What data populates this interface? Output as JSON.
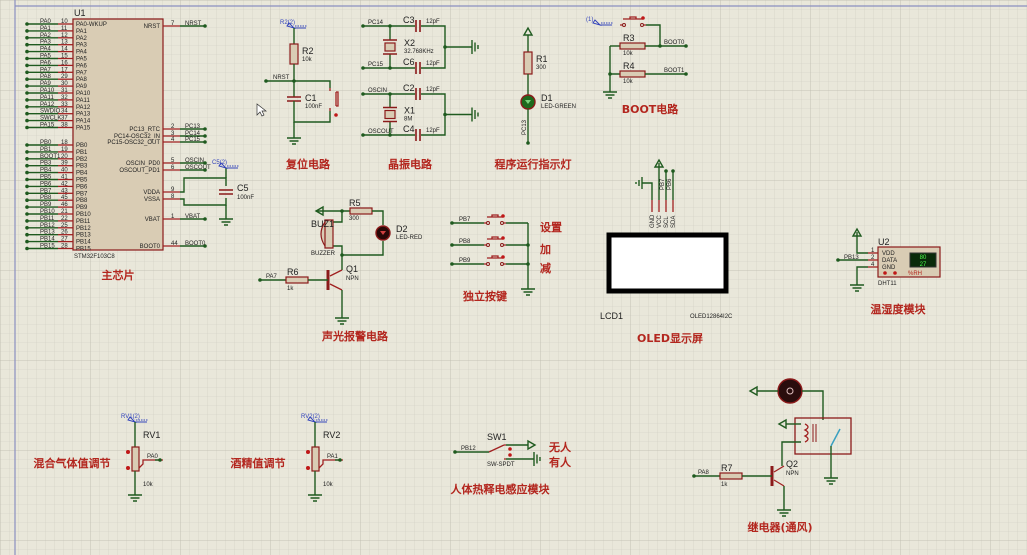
{
  "mcu": {
    "ref": "U1",
    "part": "STM32F103C8",
    "title": "主芯片",
    "left_pins": [
      {
        "net": "PA0",
        "num": "10",
        "name": "PA0-WKUP"
      },
      {
        "net": "PA1",
        "num": "11",
        "name": "PA1"
      },
      {
        "net": "PA2",
        "num": "12",
        "name": "PA2"
      },
      {
        "net": "PA3",
        "num": "13",
        "name": "PA3"
      },
      {
        "net": "PA4",
        "num": "14",
        "name": "PA4"
      },
      {
        "net": "PA5",
        "num": "15",
        "name": "PA5"
      },
      {
        "net": "PA6",
        "num": "16",
        "name": "PA6"
      },
      {
        "net": "PA7",
        "num": "17",
        "name": "PA7"
      },
      {
        "net": "PA8",
        "num": "29",
        "name": "PA8"
      },
      {
        "net": "PA9",
        "num": "30",
        "name": "PA9"
      },
      {
        "net": "PA10",
        "num": "31",
        "name": "PA10"
      },
      {
        "net": "PA11",
        "num": "32",
        "name": "PA11"
      },
      {
        "net": "PA12",
        "num": "33",
        "name": "PA12"
      },
      {
        "net": "SWDIO",
        "num": "34",
        "name": "PA13"
      },
      {
        "net": "SWCLK",
        "num": "37",
        "name": "PA14"
      },
      {
        "net": "PA15",
        "num": "38",
        "name": "PA15"
      },
      {
        "net": "PB0",
        "num": "18",
        "name": "PB0"
      },
      {
        "net": "PB1",
        "num": "19",
        "name": "PB1"
      },
      {
        "net": "BOOT1",
        "num": "20",
        "name": "PB2"
      },
      {
        "net": "PB3",
        "num": "39",
        "name": "PB3"
      },
      {
        "net": "PB4",
        "num": "40",
        "name": "PB4"
      },
      {
        "net": "PB5",
        "num": "41",
        "name": "PB5"
      },
      {
        "net": "PB6",
        "num": "42",
        "name": "PB6"
      },
      {
        "net": "PB7",
        "num": "43",
        "name": "PB7"
      },
      {
        "net": "PB8",
        "num": "45",
        "name": "PB8"
      },
      {
        "net": "PB9",
        "num": "46",
        "name": "PB9"
      },
      {
        "net": "PB10",
        "num": "21",
        "name": "PB10"
      },
      {
        "net": "PB11",
        "num": "22",
        "name": "PB11"
      },
      {
        "net": "PB12",
        "num": "25",
        "name": "PB12"
      },
      {
        "net": "PB13",
        "num": "26",
        "name": "PB13"
      },
      {
        "net": "PB14",
        "num": "27",
        "name": "PB14"
      },
      {
        "net": "PB15",
        "num": "28",
        "name": "PB15"
      }
    ],
    "right_pins": [
      {
        "net": "NRST",
        "num": "7",
        "name": "NRST"
      },
      {
        "net": "PC13",
        "num": "2",
        "name": "PC13_RTC"
      },
      {
        "net": "PC14",
        "num": "3",
        "name": "PC14-OSC32_IN"
      },
      {
        "net": "PC15",
        "num": "4",
        "name": "PC15-OSC32_OUT"
      },
      {
        "net": "OSCIN",
        "num": "5",
        "name": "OSCIN_PD0"
      },
      {
        "net": "OSCOUT",
        "num": "6",
        "name": "OSCOUT_PD1"
      },
      {
        "net": "",
        "num": "9",
        "name": "VDDA"
      },
      {
        "net": "",
        "num": "8",
        "name": "VSSA"
      },
      {
        "net": "VBAT",
        "num": "1",
        "name": "VBAT"
      },
      {
        "net": "BOOT0",
        "num": "44",
        "name": "BOOT0"
      }
    ],
    "c5": {
      "ref": "C5",
      "value": "100nF",
      "probe": "C5(2)"
    }
  },
  "reset": {
    "title": "复位电路",
    "probe": "R2(2)",
    "r_ref": "R2",
    "r_val": "10k",
    "net": "NRST",
    "c_ref": "C1",
    "c_val": "100nF"
  },
  "crystal": {
    "title": "晶振电路",
    "nets": [
      "PC14",
      "PC15",
      "OSCIN",
      "OSCOUT"
    ],
    "caps": [
      {
        "ref": "C3",
        "val": "12pF"
      },
      {
        "ref": "C6",
        "val": "12pF"
      },
      {
        "ref": "C2",
        "val": "12pF"
      },
      {
        "ref": "C4",
        "val": "12pF"
      }
    ],
    "x2": {
      "ref": "X2",
      "val": "32.768KHz"
    },
    "x1": {
      "ref": "X1",
      "val": "8M"
    }
  },
  "led": {
    "title": "程序运行指示灯",
    "r_ref": "R1",
    "r_val": "300",
    "d_ref": "D1",
    "d_val": "LED-GREEN",
    "net": "PC13"
  },
  "boot": {
    "title": "BOOT电路",
    "probe": "(1)",
    "r3": "R3",
    "r4": "R4",
    "r_val": "10k",
    "nets": [
      "BOOT0",
      "BOOT1"
    ]
  },
  "alarm": {
    "title": "声光报警电路",
    "r5": "R5",
    "r5_val": "300",
    "d2": "D2",
    "d2_val": "LED-RED",
    "buz": "BUZ1",
    "buz_val": "BUZZER",
    "r6": "R6",
    "r6_val": "1k",
    "net": "PA7",
    "q": "Q1",
    "q_val": "NPN"
  },
  "keys": {
    "title": "独立按键",
    "nets": [
      "PB7",
      "PB8",
      "PB9"
    ],
    "labels": [
      "设置",
      "加",
      "减"
    ]
  },
  "oled": {
    "title": "OLED显示屏",
    "ref": "LCD1",
    "part": "OLED12864I2C",
    "pins": [
      "GND",
      "VCC",
      "SCL",
      "SDA"
    ],
    "pin_nets": [
      "PB7",
      "PB6"
    ]
  },
  "dht": {
    "title": "温湿度模块",
    "ref": "U2",
    "part": "DHT11",
    "net": "PB13",
    "pins": [
      "VDD",
      "DATA",
      "GND"
    ],
    "pin_nums": [
      "1",
      "2",
      "4"
    ],
    "humidity": "80",
    "temperature": "27",
    "unit": "%RH"
  },
  "rv1": {
    "title": "混合气体值调节",
    "probe": "RV1(2)",
    "ref": "RV1",
    "val": "10k",
    "net": "PA0"
  },
  "rv2": {
    "title": "酒精值调节",
    "probe": "RV2(2)",
    "ref": "RV2",
    "val": "10k",
    "net": "PA1"
  },
  "pir": {
    "title": "人体热释电感应模块",
    "ref": "SW1",
    "part": "SW-SPDT",
    "net": "PB12",
    "labels": [
      "无人",
      "有人"
    ]
  },
  "relay": {
    "title": "继电器(通风)",
    "r": "R7",
    "r_val": "1k",
    "net": "PA8",
    "q": "Q2",
    "q_val": "NPN"
  },
  "colors": {
    "wire": "#1f5a1f",
    "component": "#8b1a1a",
    "label": "#b3261e",
    "probe": "#3344bb",
    "background": "#e9e7da"
  }
}
